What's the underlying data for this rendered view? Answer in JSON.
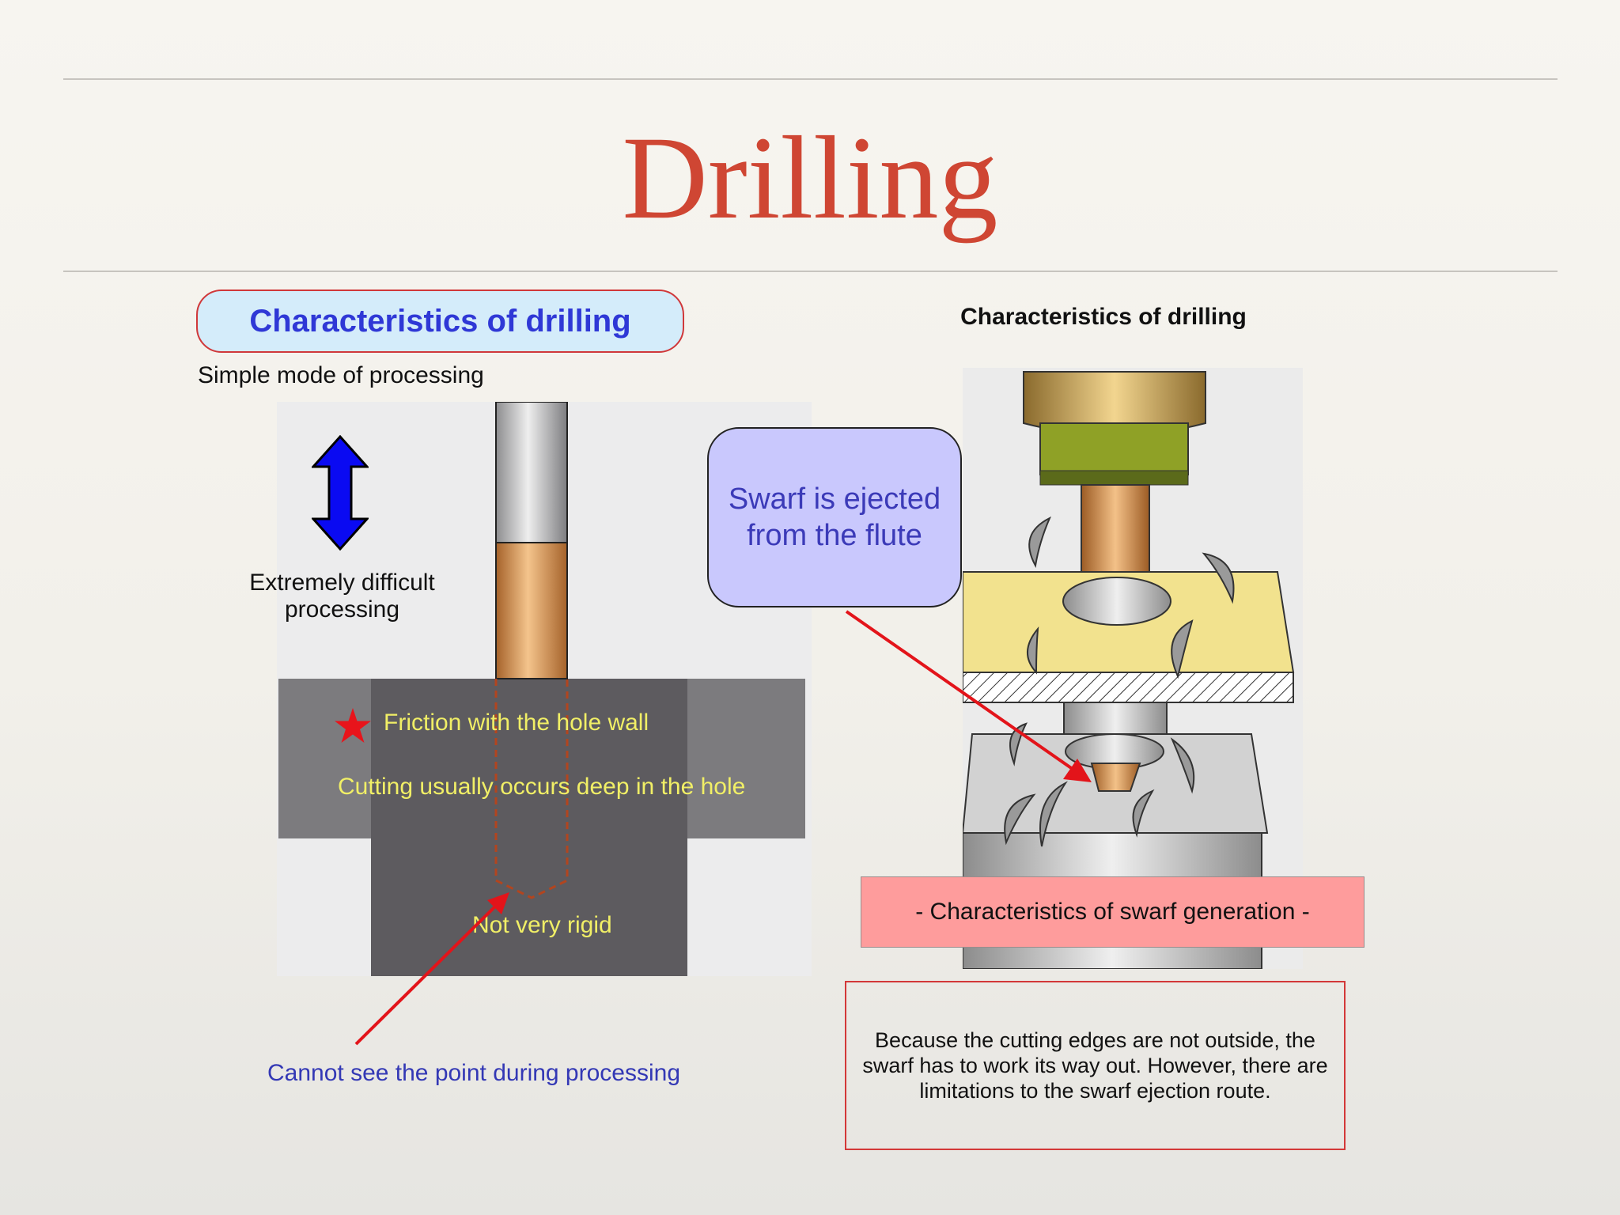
{
  "slide": {
    "title": "Drilling",
    "left": {
      "pill_label": "Characteristics of drilling",
      "subtitle": "Simple mode of processing",
      "difficulty_label": "Extremely difficult processing",
      "friction_label": "Friction with the hole wall",
      "cutting_label": "Cutting usually occurs deep in the hole",
      "rigid_label": "Not very rigid",
      "bottom_note": "Cannot see the point during processing"
    },
    "right": {
      "heading": "Characteristics of drilling",
      "callout": "Swarf is ejected from the flute",
      "swarf_generation": "- Characteristics of swarf generation -",
      "description": "Because the cutting edges are not outside, the swarf has to work its way out. However, there are limitations to the swarf ejection route."
    }
  },
  "colors": {
    "title": "#cf4633",
    "arrow_red": "#e3141a",
    "star_red": "#e8141b",
    "blue_arrow": "#0a0af2",
    "yellow_text": "#f1ef66",
    "note_blue": "#3338b5"
  },
  "icons": {
    "updown_arrow": "double-arrow-icon",
    "star": "star-icon"
  }
}
